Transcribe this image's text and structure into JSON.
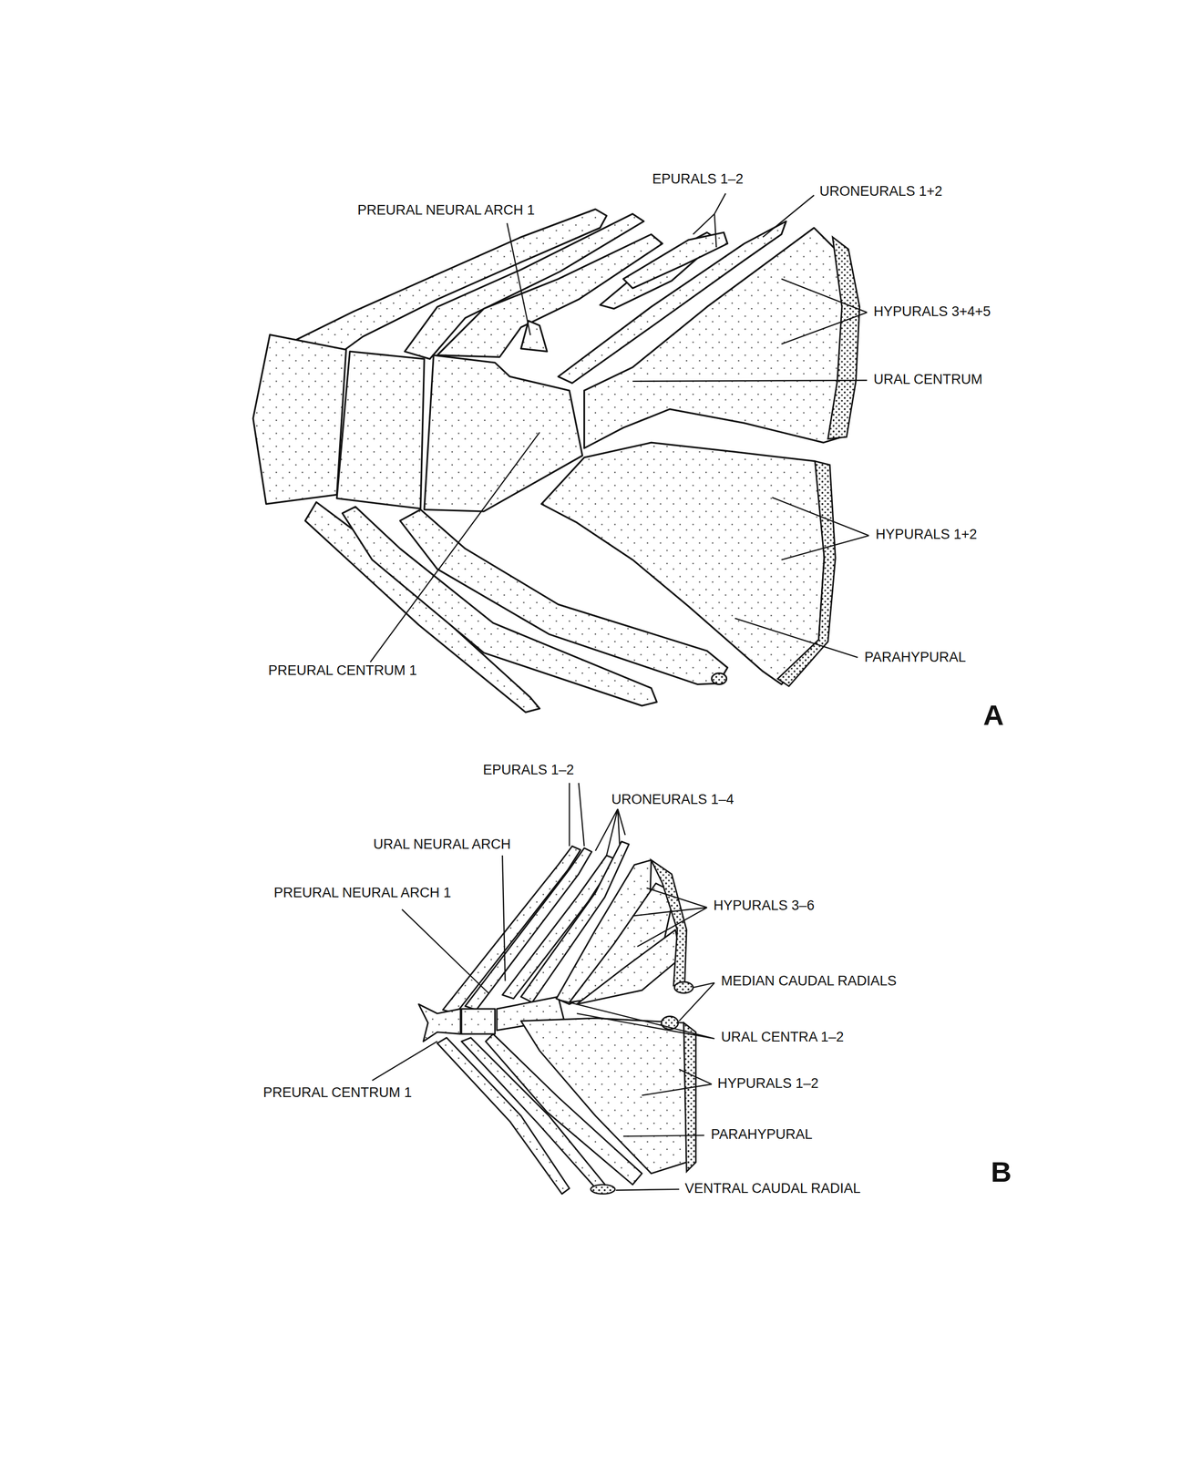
{
  "diagram": {
    "labels": [
      "EPURALS 1–2",
      "URONEURALS 1+2",
      "PREURAL NEURAL ARCH 1",
      "HYPURALS 3+4+5",
      "URAL CENTRUM",
      "HYPURALS 1+2",
      "PARAHYPURAL",
      "PREURAL CENTRUM 1",
      "A",
      "EPURALS 1–2",
      "URONEURALS 1–4",
      "URAL NEURAL ARCH",
      "PREURAL NEURAL ARCH 1",
      "HYPURALS 3–6",
      "MEDIAN CAUDAL RADIALS",
      "URAL CENTRA 1–2",
      "HYPURALS 1–2",
      "PARAHYPURAL",
      "PREURAL CENTRUM 1",
      "VENTRAL CAUDAL RADIAL",
      "B"
    ]
  }
}
